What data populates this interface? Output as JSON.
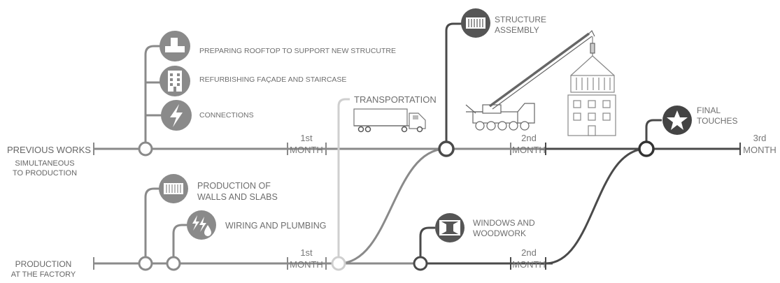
{
  "colors": {
    "dark": "#4a4a4a",
    "medium": "#888888",
    "light": "#cccccc",
    "icon_fill_medium": "#8a8a8a",
    "icon_fill_dark": "#4d4d4d",
    "text": "#6e6e6e"
  },
  "tracks": {
    "top": {
      "label_line1": "PREVIOUS WORKS",
      "label_line2": "SIMULTANEOUS",
      "label_line3": "TO PRODUCTION"
    },
    "bottom": {
      "label_line1": "PRODUCTION",
      "label_line2": "AT THE FACTORY"
    }
  },
  "months": {
    "top_first": {
      "num": "1st",
      "word": "MONTH"
    },
    "top_second": {
      "num": "2nd",
      "word": "MONTH"
    },
    "top_third": {
      "num": "3rd",
      "word": "MONTH"
    },
    "bottom_first": {
      "num": "1st",
      "word": "MONTH"
    },
    "bottom_second": {
      "num": "2nd",
      "word": "MONTH"
    }
  },
  "steps": {
    "rooftop": {
      "label": "PREPARING ROOFTOP TO SUPPORT NEW STRUCUTRE",
      "icon": "rooftop-icon"
    },
    "facade": {
      "label": "REFURBISHING FAÇADE AND STAIRCASE",
      "icon": "building-icon"
    },
    "connections": {
      "label": "CONNECTIONS",
      "icon": "lightning-icon"
    },
    "transportation": {
      "label": "TRANSPORTATION",
      "icon": "truck-icon"
    },
    "assembly": {
      "label_line1": "STRUCTURE",
      "label_line2": "ASSEMBLY",
      "icon": "container-icon"
    },
    "final": {
      "label_line1": "FINAL",
      "label_line2": "TOUCHES",
      "icon": "star-icon"
    },
    "walls": {
      "label_line1": "PRODUCTION OF",
      "label_line2": "WALLS AND SLABS",
      "icon": "container-icon"
    },
    "wiring": {
      "label": "WIRING AND PLUMBING",
      "icon": "water-lightning-icon"
    },
    "windows": {
      "label_line1": "WINDOWS AND",
      "label_line2": "WOODWORK",
      "icon": "window-icon"
    }
  }
}
